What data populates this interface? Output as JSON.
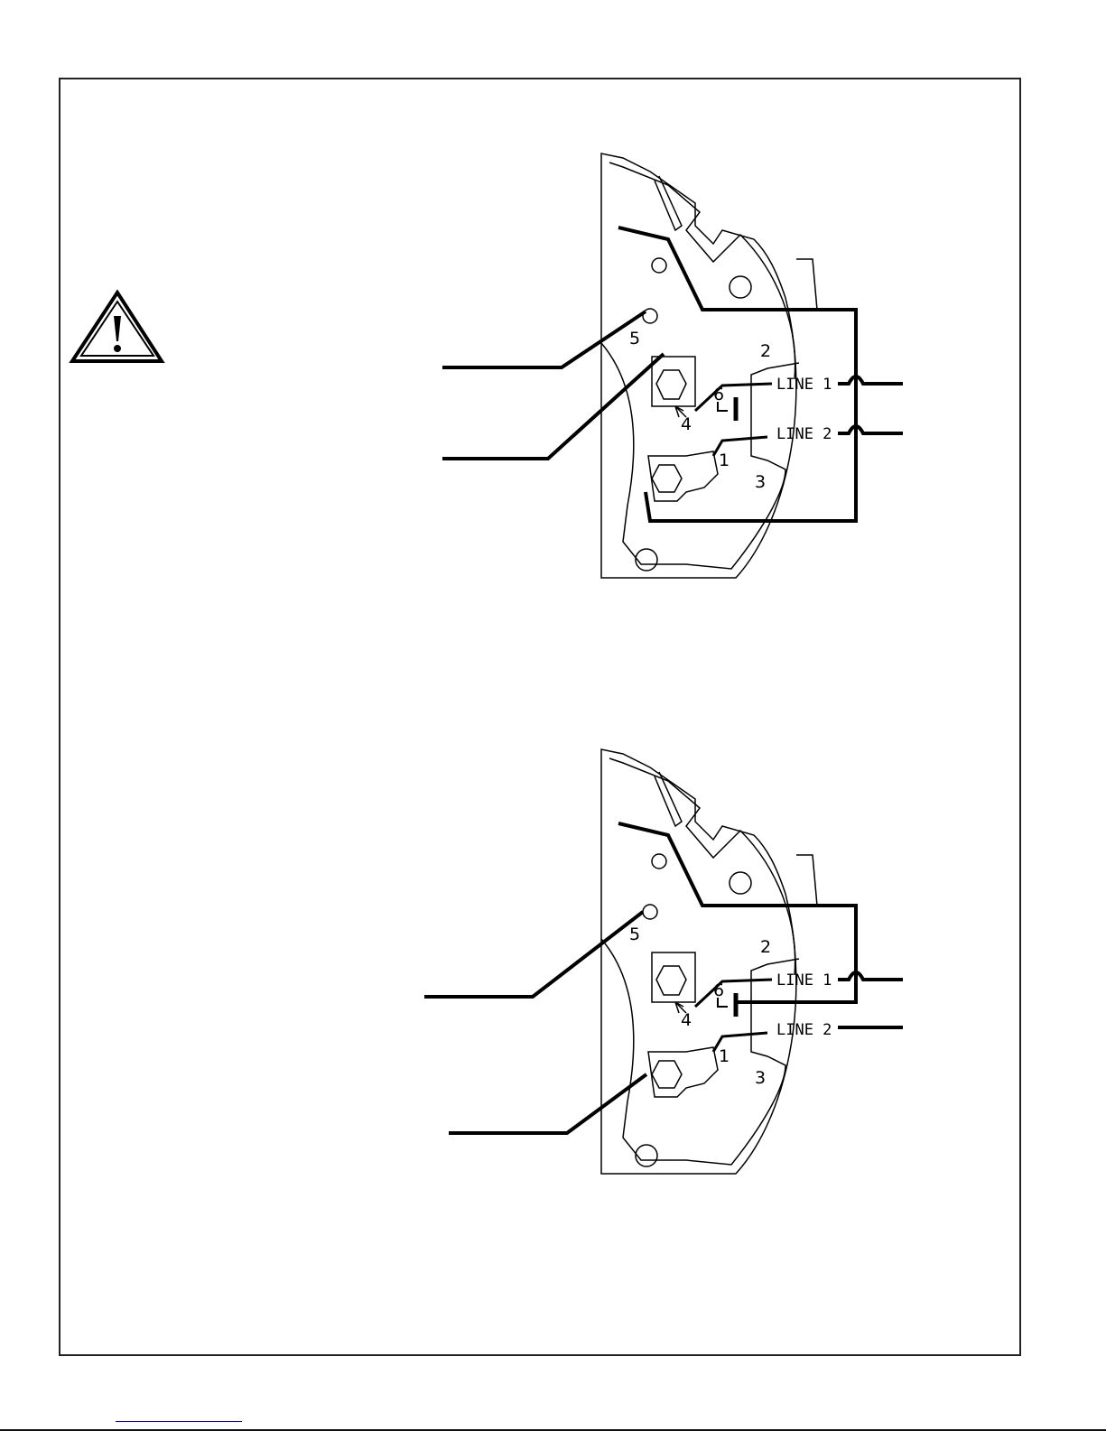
{
  "diagrams": [
    {
      "line1": "LINE 1",
      "line2": "LINE 2",
      "terminals": [
        "1",
        "2",
        "3",
        "4",
        "5",
        "6"
      ]
    },
    {
      "line1": "LINE 1",
      "line2": "LINE 2",
      "terminals": [
        "1",
        "2",
        "3",
        "4",
        "5",
        "6"
      ]
    }
  ],
  "colors": {
    "ink": "#000000",
    "link": "#0000ee"
  }
}
